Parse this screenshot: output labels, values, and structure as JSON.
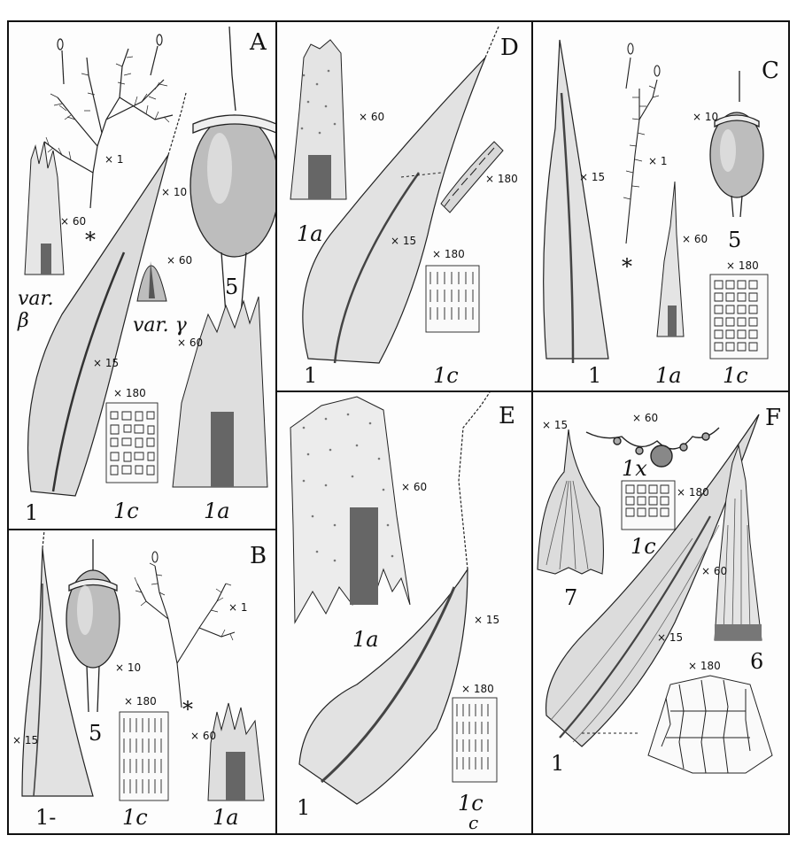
{
  "panels": {
    "A": {
      "letter": "A",
      "mag_habit": "× 1",
      "mag_capsule": "× 10",
      "mag_apex_beta": "× 60",
      "mag_apex_gamma": "× 60",
      "mag_leaf": "× 15",
      "mag_cells": "× 180",
      "mag_base": "× 60",
      "var_beta": "var. β",
      "var_gamma": "var. γ",
      "star": "*",
      "lbl_leaf": "1",
      "lbl_cells": "1c",
      "lbl_base": "1a",
      "lbl_capsule": "5"
    },
    "B": {
      "letter": "B",
      "mag_habit": "× 1",
      "mag_capsule": "× 10",
      "mag_leaf": "× 15",
      "mag_cells": "× 180",
      "mag_base": "× 60",
      "star": "*",
      "lbl_leaf": "1-",
      "lbl_cells": "1c",
      "lbl_base": "1a",
      "lbl_capsule": "5"
    },
    "C": {
      "letter": "C",
      "mag_habit": "× 1",
      "mag_capsule": "× 10",
      "mag_leaf": "× 15",
      "mag_apex": "× 60",
      "mag_cells": "× 180",
      "star": "*",
      "lbl_leaf": "1",
      "lbl_apex": "1a",
      "lbl_cells": "1c",
      "lbl_capsule": "5"
    },
    "D": {
      "letter": "D",
      "mag_base": "× 60",
      "mag_margin": "× 180",
      "mag_leaf": "× 15",
      "mag_cells": "× 180",
      "lbl_base": "1a",
      "lbl_leaf": "1",
      "lbl_cells": "1c"
    },
    "E": {
      "letter": "E",
      "mag_base": "× 60",
      "mag_leaf": "× 15",
      "mag_cells": "× 180",
      "lbl_base": "1a",
      "lbl_leaf": "1",
      "lbl_cells": "1c",
      "lbl_c": "c"
    },
    "F": {
      "letter": "F",
      "mag_section": "× 60",
      "mag_cells": "× 180",
      "mag_leaf": "× 15",
      "mag_perichaetial": "× 15",
      "mag_apex": "× 60",
      "mag_basal": "× 180",
      "lbl_section": "1x",
      "lbl_cells": "1c",
      "lbl_perichaetial": "7",
      "lbl_leaf": "1",
      "lbl_apex": "6"
    }
  },
  "colors": {
    "ink": "#111111",
    "shade": "#777777",
    "paper": "#fdfdfd"
  }
}
